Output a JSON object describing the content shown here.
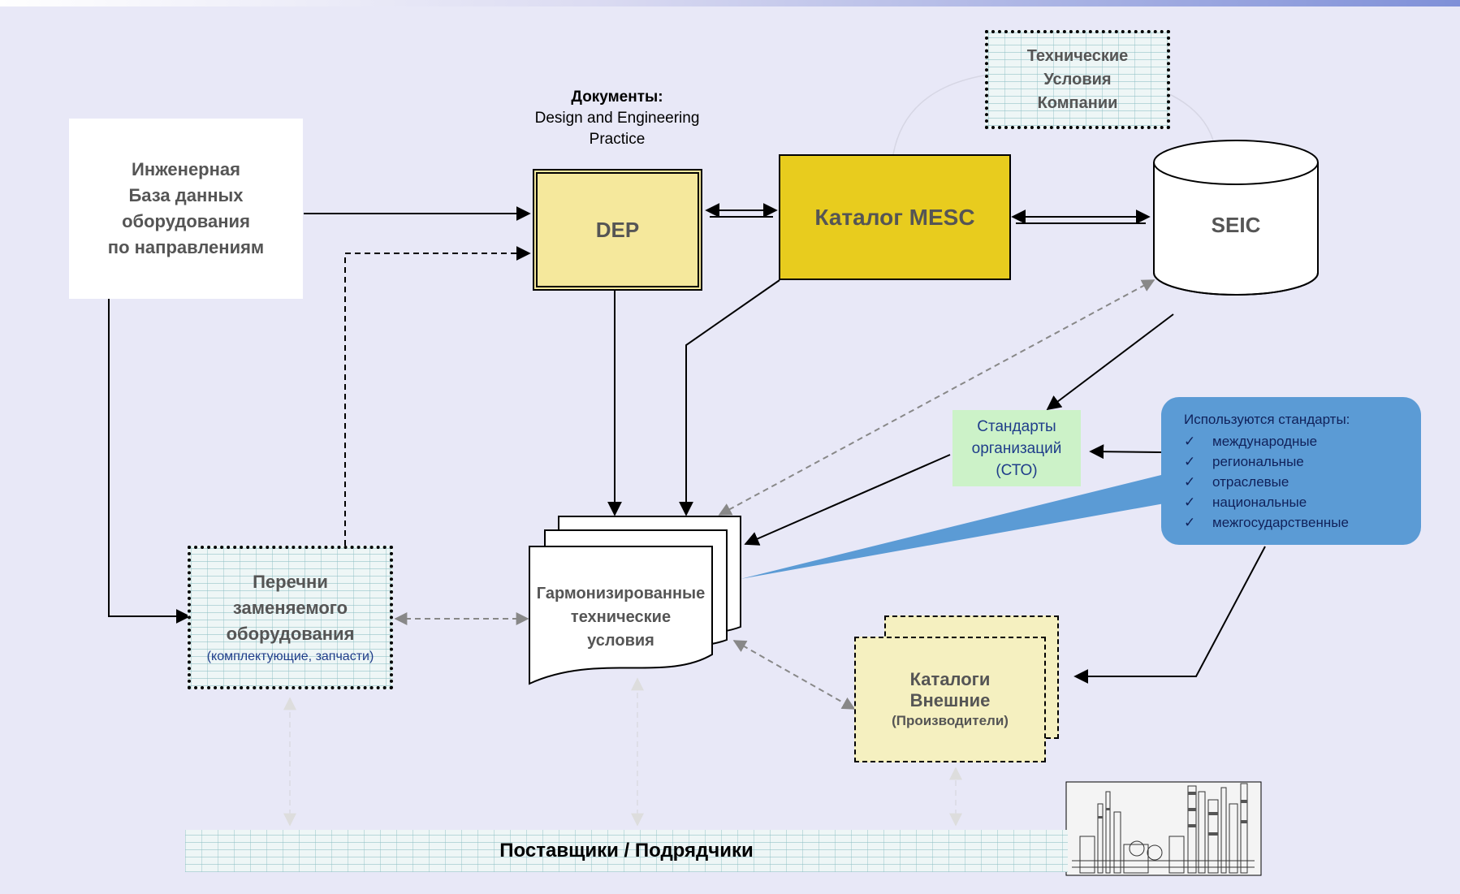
{
  "engineering_db": {
    "lines": [
      "Инженерная",
      "База данных",
      "оборудования",
      "по направлениям"
    ]
  },
  "documents": {
    "label": "Документы:",
    "lines": [
      "Design and Engineering",
      "Practice"
    ]
  },
  "dep": {
    "label": "DEP"
  },
  "mesc": {
    "label": "Каталог MESC"
  },
  "seic": {
    "label": "SEIC"
  },
  "tech_conditions": {
    "lines": [
      "Технические",
      "Условия",
      "Компании"
    ]
  },
  "sto": {
    "lines": [
      "Стандарты",
      "организаций",
      "(СТО)"
    ]
  },
  "standards_callout": {
    "title": "Используются стандарты:",
    "check": "✓",
    "items": [
      "международные",
      "региональные",
      "отраслевые",
      "национальные",
      "межгосударственные"
    ]
  },
  "harmonized": {
    "lines": [
      "Гармонизированные",
      "технические",
      "условия"
    ]
  },
  "replaceable": {
    "lines": [
      "Перечни",
      "заменяемого",
      "оборудования"
    ],
    "sub": "(комплектующие, запчасти)"
  },
  "external_catalogs": {
    "lines": [
      "Каталоги",
      "Внешние"
    ],
    "sub": "(Производители)"
  },
  "suppliers": {
    "label": "Поставщики / Подрядчики"
  },
  "colors": {
    "mesc": "#e8cc1e",
    "dep": "#f5e89c",
    "sto": "#ccf2c8",
    "callout": "#5b9bd5",
    "catalogs": "#f5f0c0"
  }
}
